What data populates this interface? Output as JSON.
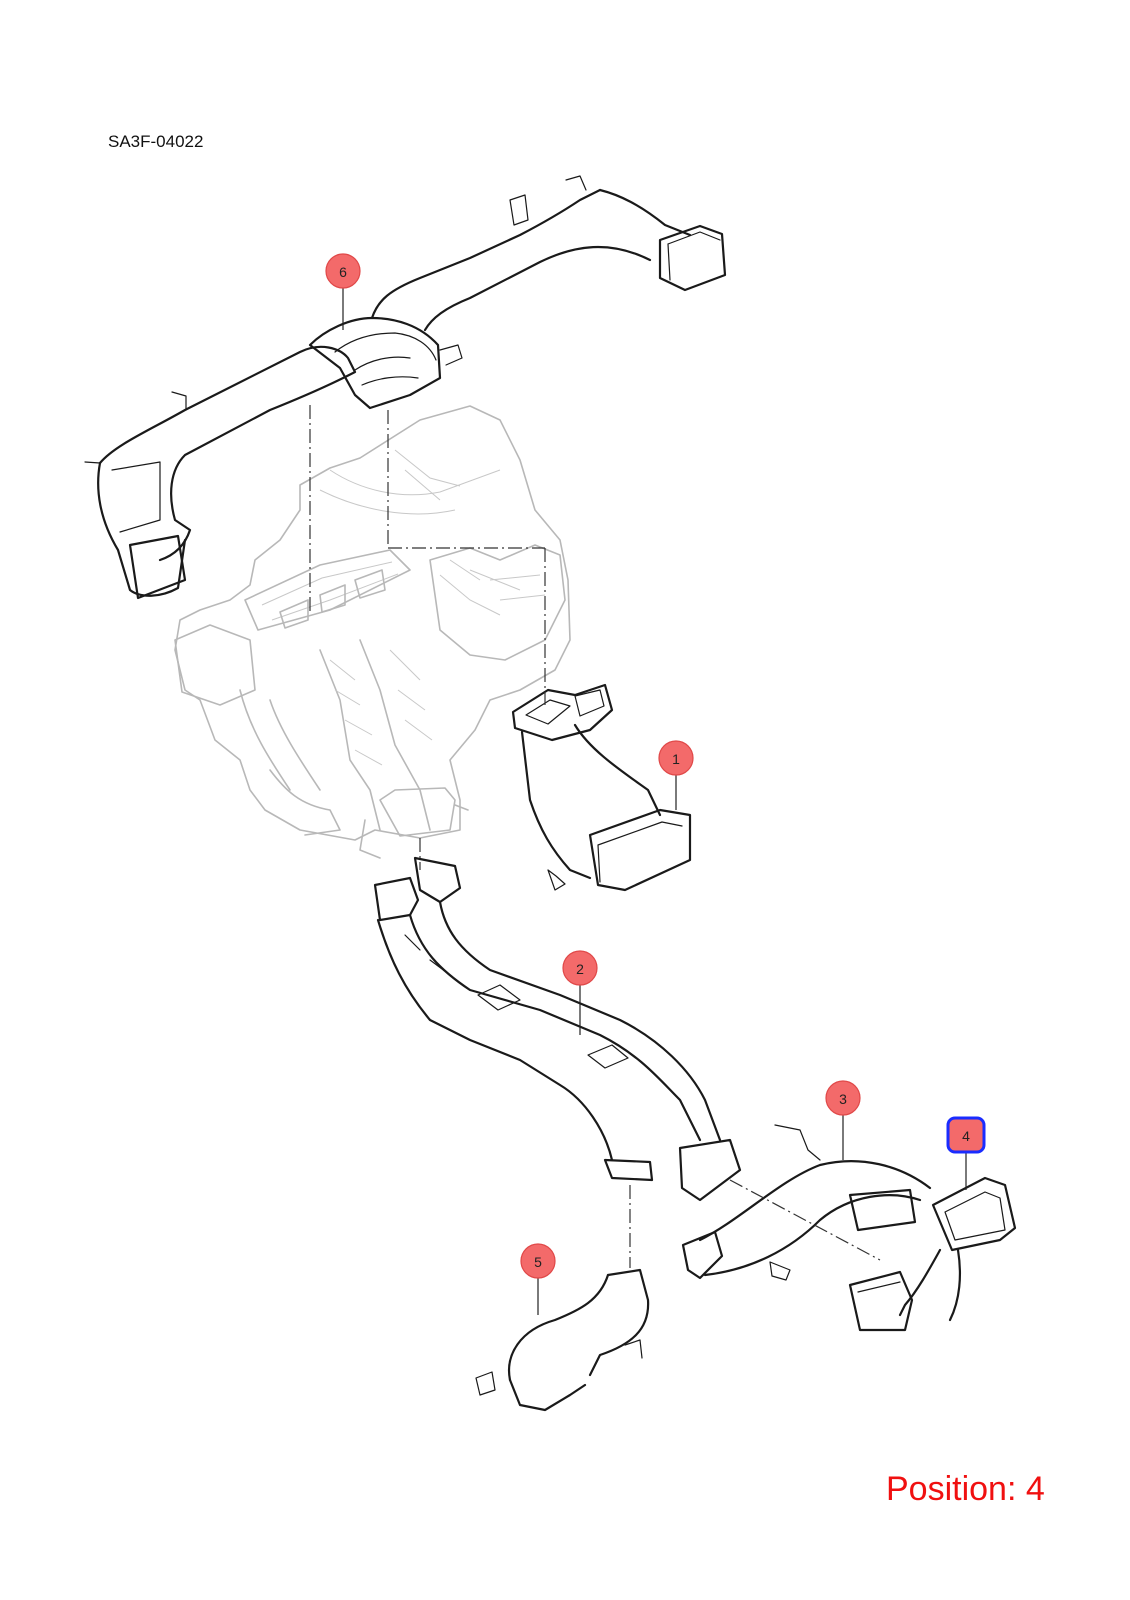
{
  "diagram": {
    "code": "SA3F-04022",
    "position_label": "Position: 4",
    "selected_callout": "4",
    "callouts": [
      {
        "id": "1",
        "label": "1",
        "part": "rear-vent-duct-1"
      },
      {
        "id": "2",
        "label": "2",
        "part": "floor-duct-center-2"
      },
      {
        "id": "3",
        "label": "3",
        "part": "rear-duct-right-3"
      },
      {
        "id": "4",
        "label": "4",
        "part": "rear-vent-outlet-4"
      },
      {
        "id": "5",
        "label": "5",
        "part": "rear-duct-left-5"
      },
      {
        "id": "6",
        "label": "6",
        "part": "dash-duct-upper-6"
      }
    ],
    "colors": {
      "callout_fill": "#f36a6a",
      "selected_outline": "#1a2cff",
      "position_text": "#f01010",
      "hvac_unit_line": "#b8b8b8"
    }
  }
}
